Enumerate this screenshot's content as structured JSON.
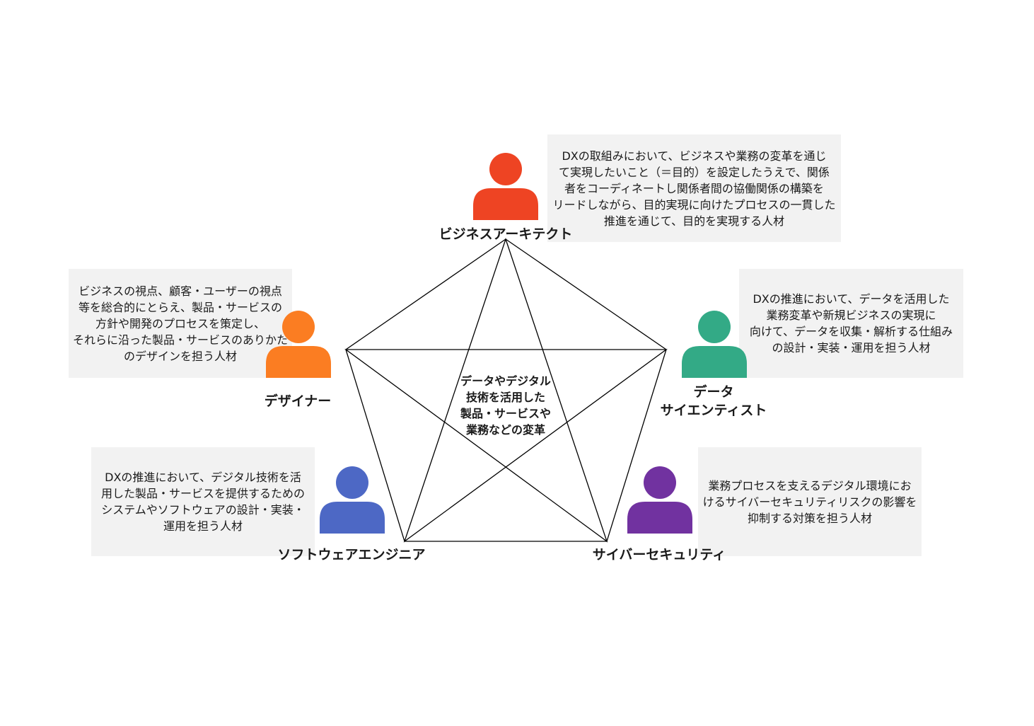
{
  "center": {
    "label": "データやデジタル\n技術を活用した\n製品・サービスや\n業務などの変革"
  },
  "roles": [
    {
      "name": "ビジネスアーキテクト",
      "color": "#ee4423",
      "description": "DXの取組みにおいて、ビジネスや業務の変革を通じ\nて実現したいこと（＝目的）を設定したうえで、関係\n者をコーディネートし関係者間の協働関係の構築を\nリードしながら、目的実現に向けたプロセスの一貫した\n推進を通じて、目的を実現する人材"
    },
    {
      "name": "デザイナー",
      "color": "#fb7d22",
      "description": "ビジネスの視点、顧客・ユーザーの視点\n等を総合的にとらえ、製品・サービスの\n方針や開発のプロセスを策定し、\nそれらに沿った製品・サービスのありかた\nのデザインを担う人材"
    },
    {
      "name": "データ\nサイエンティスト",
      "color": "#33aa86",
      "description": "DXの推進において、データを活用した\n業務変革や新規ビジネスの実現に\n向けて、データを収集・解析する仕組み\nの設計・実装・運用を担う人材"
    },
    {
      "name": "ソフトウェアエンジニア",
      "color": "#4d68c5",
      "description": "DXの推進において、デジタル技術を活\n用した製品・サービスを提供するための\nシステムやソフトウェアの設計・実装・\n運用を担う人材"
    },
    {
      "name": "サイバーセキュリティ",
      "color": "#7132a0",
      "description": "業務プロセスを支えるデジタル環境にお\nけるサイバーセキュリティリスクの影響を\n抑制する対策を担う人材"
    }
  ]
}
